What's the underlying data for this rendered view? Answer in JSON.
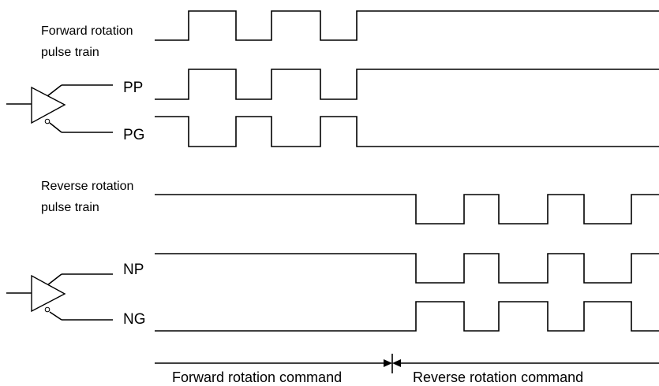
{
  "labels": {
    "forward_train_line1": "Forward rotation",
    "forward_train_line2": "pulse train",
    "reverse_train_line1": "Reverse rotation",
    "reverse_train_line2": "pulse train",
    "pp": "PP",
    "pg": "PG",
    "np": "NP",
    "ng": "NG",
    "forward_command": "Forward rotation command",
    "reverse_command": "Reverse rotation command"
  }
}
